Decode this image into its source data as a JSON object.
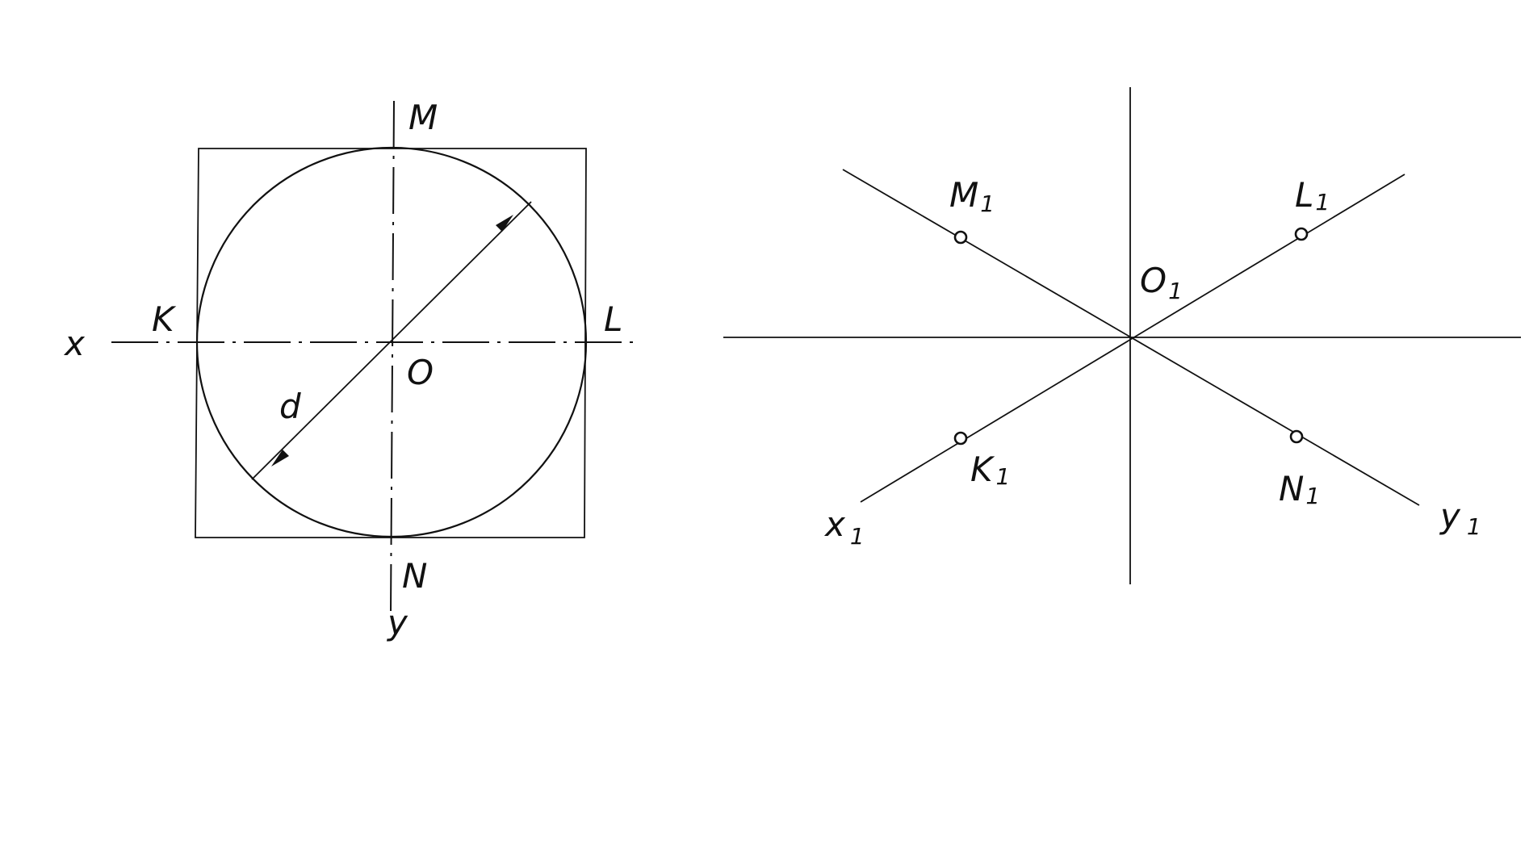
{
  "left_figure": {
    "labels": {
      "M": "M",
      "N": "N",
      "K": "K",
      "L": "L",
      "O": "O",
      "x": "x",
      "y": "y",
      "d": "d"
    }
  },
  "right_figure": {
    "labels": {
      "M1": "M",
      "L1": "L",
      "O1": "O",
      "K1": "K",
      "N1": "N",
      "x1": "x",
      "y1": "y",
      "subscript": "1"
    }
  }
}
